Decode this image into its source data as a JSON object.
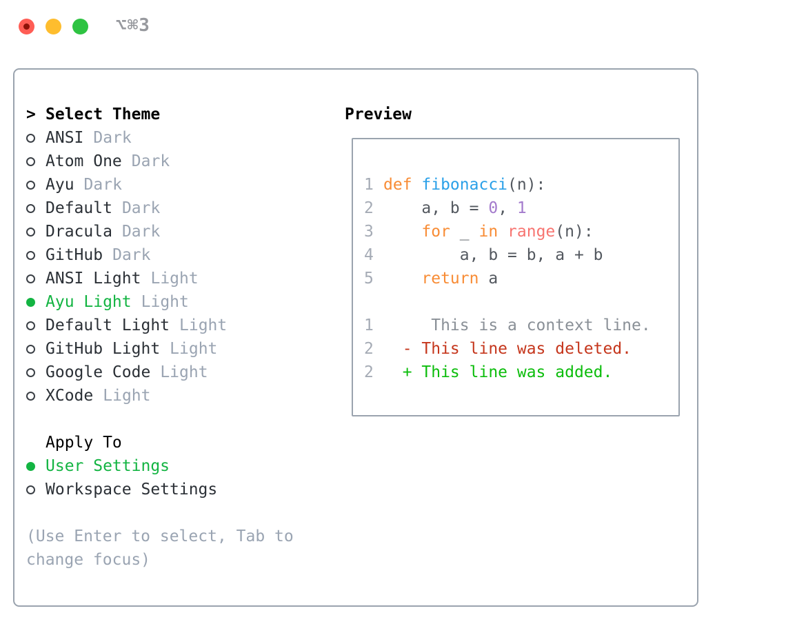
{
  "colors": {
    "ui-green": "#13b442",
    "text-dark": "#2b3036",
    "text-muted": "#9aa4b2",
    "border": "#9aa3ae",
    "shortcut": "#97999e",
    "light-red": "#ff5d55",
    "light-red-dot": "#8e1208",
    "light-yellow": "#febd2e",
    "light-green": "#2ec342",
    "lnum": "#a5abb5",
    "tok-default": "#53585f",
    "tok-keyword": "#f88c35",
    "tok-function": "#2aa0e8",
    "tok-number": "#a37acc",
    "tok-builtin": "#f77470",
    "tok-context": "#8a9097",
    "tok-deleted": "#c5361c",
    "tok-added": "#0cbd0c"
  },
  "titlebar": {
    "shortcut": "⌥⌘3"
  },
  "theme_list": {
    "cursor": ">",
    "title": "Select Theme",
    "items": [
      {
        "name": "ANSI",
        "variant": "Dark",
        "selected": false
      },
      {
        "name": "Atom One",
        "variant": "Dark",
        "selected": false
      },
      {
        "name": "Ayu",
        "variant": "Dark",
        "selected": false
      },
      {
        "name": "Default",
        "variant": "Dark",
        "selected": false
      },
      {
        "name": "Dracula",
        "variant": "Dark",
        "selected": false
      },
      {
        "name": "GitHub",
        "variant": "Dark",
        "selected": false
      },
      {
        "name": "ANSI Light",
        "variant": "Light",
        "selected": false
      },
      {
        "name": "Ayu Light",
        "variant": "Light",
        "selected": true
      },
      {
        "name": "Default Light",
        "variant": "Light",
        "selected": false
      },
      {
        "name": "GitHub Light",
        "variant": "Light",
        "selected": false
      },
      {
        "name": "Google Code",
        "variant": "Light",
        "selected": false
      },
      {
        "name": "XCode",
        "variant": "Light",
        "selected": false
      }
    ]
  },
  "apply_to": {
    "title": "Apply To",
    "options": [
      {
        "label": "User Settings",
        "selected": true
      },
      {
        "label": "Workspace Settings",
        "selected": false
      }
    ]
  },
  "help_text": "(Use Enter to select, Tab to change focus)",
  "preview": {
    "title": "Preview",
    "code_lines": [
      {
        "num": "1",
        "segments": [
          {
            "text": "def ",
            "tok": "keyword"
          },
          {
            "text": "fibonacci",
            "tok": "function"
          },
          {
            "text": "(n):",
            "tok": "default"
          }
        ]
      },
      {
        "num": "2",
        "segments": [
          {
            "text": "    a, b = ",
            "tok": "default"
          },
          {
            "text": "0",
            "tok": "number"
          },
          {
            "text": ", ",
            "tok": "default"
          },
          {
            "text": "1",
            "tok": "number"
          }
        ]
      },
      {
        "num": "3",
        "segments": [
          {
            "text": "    ",
            "tok": "default"
          },
          {
            "text": "for",
            "tok": "keyword"
          },
          {
            "text": " _ ",
            "tok": "default"
          },
          {
            "text": "in",
            "tok": "keyword"
          },
          {
            "text": " ",
            "tok": "default"
          },
          {
            "text": "range",
            "tok": "builtin"
          },
          {
            "text": "(n):",
            "tok": "default"
          }
        ]
      },
      {
        "num": "4",
        "segments": [
          {
            "text": "        a, b = b, a + b",
            "tok": "default"
          }
        ]
      },
      {
        "num": "5",
        "segments": [
          {
            "text": "    ",
            "tok": "default"
          },
          {
            "text": "return",
            "tok": "keyword"
          },
          {
            "text": " a",
            "tok": "default"
          }
        ]
      }
    ],
    "diff_lines": [
      {
        "num": "1",
        "segments": [
          {
            "text": "     This is a context line.",
            "tok": "context"
          }
        ]
      },
      {
        "num": "2",
        "segments": [
          {
            "text": "  - This line was deleted.",
            "tok": "deleted"
          }
        ]
      },
      {
        "num": "2",
        "segments": [
          {
            "text": "  + This line was added.",
            "tok": "added"
          }
        ]
      }
    ]
  }
}
